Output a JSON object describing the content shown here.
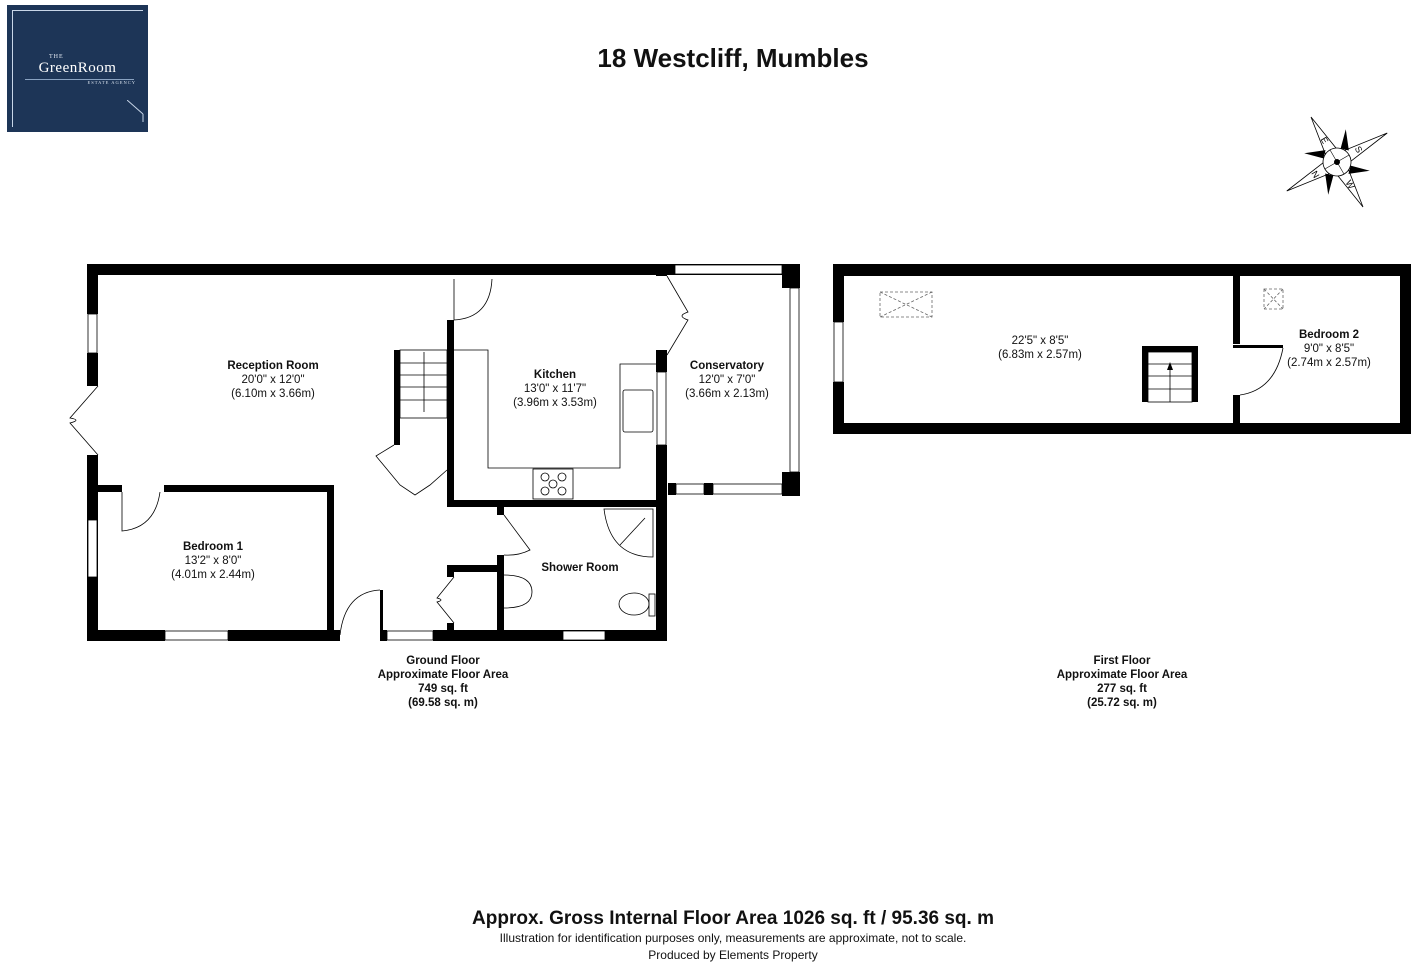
{
  "logo": {
    "the": "THE",
    "name": "GreenRoom",
    "subtitle": "ESTATE AGENCY",
    "background_color": "#1d3557"
  },
  "title": "18 Westcliff, Mumbles",
  "compass": {
    "icon": "compass-rose-icon",
    "labels": [
      "E",
      "S",
      "W",
      "N"
    ]
  },
  "ground_floor": {
    "rooms": [
      {
        "name": "Reception Room",
        "imperial": "20'0\" x 12'0\"",
        "metric": "(6.10m x 3.66m)"
      },
      {
        "name": "Kitchen",
        "imperial": "13'0\" x 11'7\"",
        "metric": "(3.96m x 3.53m)"
      },
      {
        "name": "Conservatory",
        "imperial": "12'0\" x 7'0\"",
        "metric": "(3.66m x 2.13m)"
      },
      {
        "name": "Bedroom 1",
        "imperial": "13'2\" x 8'0\"",
        "metric": "(4.01m x 2.44m)"
      },
      {
        "name": "Shower Room",
        "imperial": "",
        "metric": ""
      }
    ],
    "label": "Ground Floor",
    "area_label": "Approximate Floor Area",
    "area_sqft": "749 sq. ft",
    "area_sqm": "(69.58 sq. m)"
  },
  "first_floor": {
    "rooms": [
      {
        "name": "",
        "imperial": "22'5\" x 8'5\"",
        "metric": "(6.83m x 2.57m)"
      },
      {
        "name": "Bedroom 2",
        "imperial": "9'0\" x 8'5\"",
        "metric": "(2.74m x 2.57m)"
      }
    ],
    "label": "First Floor",
    "area_label": "Approximate Floor Area",
    "area_sqft": "277 sq. ft",
    "area_sqm": "(25.72 sq. m)"
  },
  "footer": {
    "gross_area": "Approx. Gross Internal Floor Area 1026 sq. ft / 95.36 sq. m",
    "disclaimer": "Illustration for identification purposes only, measurements are approximate, not to scale.",
    "produced_by": "Produced by Elements Property"
  }
}
